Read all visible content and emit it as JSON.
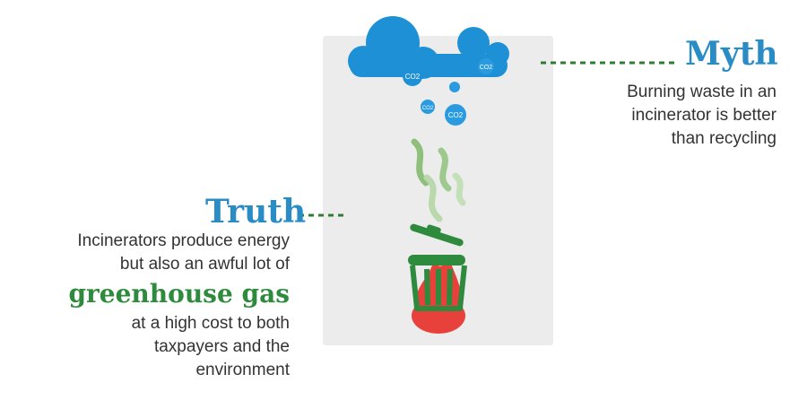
{
  "myth": {
    "title": "Myth",
    "body": [
      "Burning waste in an",
      "incinerator is better",
      "than recycling"
    ]
  },
  "truth": {
    "title": "Truth",
    "body_before": [
      "Incinerators produce energy",
      "but also an awful lot of"
    ],
    "highlight": "greenhouse gas",
    "body_after": [
      "at a high cost to both",
      "taxpayers and the",
      "environment"
    ]
  },
  "bubble_label": "CO2",
  "colors": {
    "title_blue": "#2a8cc4",
    "highlight_green": "#2e8b3e",
    "cloud_blue": "#1e90d6",
    "connector_green": "#2e7d32",
    "fire_red": "#e8413c",
    "panel_grey": "#ececec"
  },
  "icons": [
    "cloud-icon",
    "co2-bubble-icon",
    "smoke-icon",
    "trash-bin-icon",
    "fire-icon"
  ]
}
